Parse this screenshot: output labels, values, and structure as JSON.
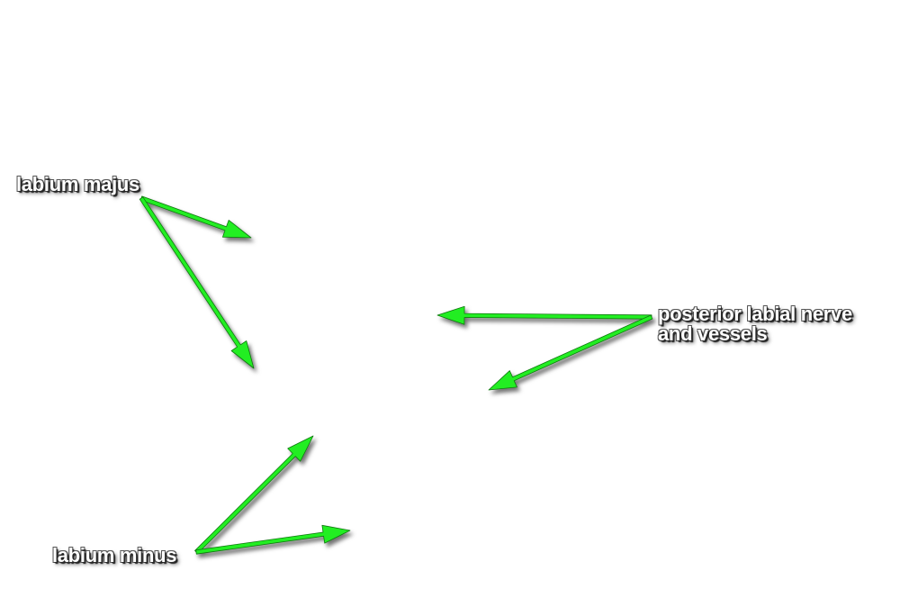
{
  "labels": {
    "labium_majus": "labium majus",
    "labium_minus": "labium minus",
    "posterior_line1": "posterior labial nerve",
    "posterior_line2": "and vessels"
  },
  "colors": {
    "arrow": "#22ee22",
    "arrow_outline": "#117711",
    "label_text": "#ffffff",
    "label_shadow": "#1a1a1a",
    "background": "#ffffff"
  }
}
